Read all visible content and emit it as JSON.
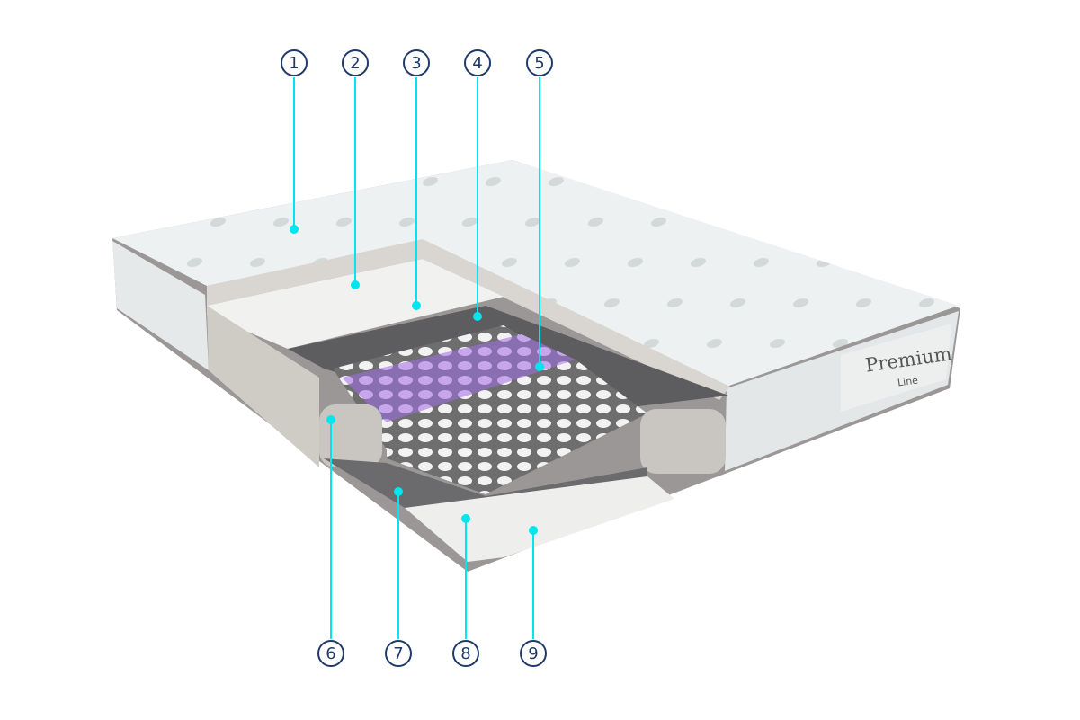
{
  "diagram": {
    "callouts": [
      "1",
      "2",
      "3",
      "4",
      "5",
      "6",
      "7",
      "8",
      "9"
    ],
    "label": {
      "brand": "Premium",
      "sub": "Line"
    },
    "colors": {
      "callout": "#1f3a68",
      "leader": "#00e5ee",
      "pocket_springs_accent": "#b592dc"
    }
  }
}
